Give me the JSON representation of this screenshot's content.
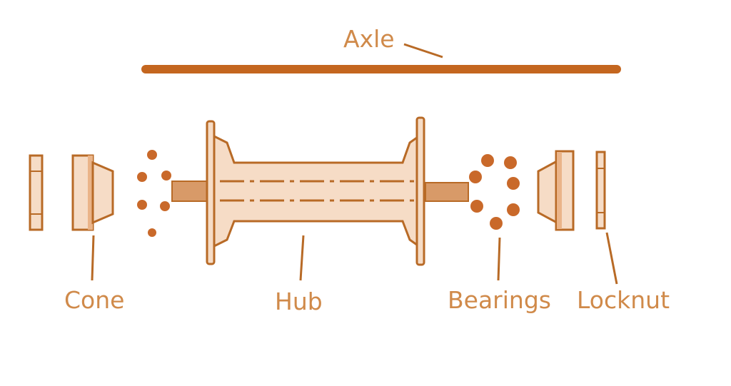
{
  "labels": {
    "axle": "Axle",
    "cone": "Cone",
    "hub": "Hub",
    "bearings": "Bearings",
    "locknut": "Locknut"
  },
  "colors": {
    "stroke": "#b86a26",
    "fill_light": "#f6dcc6",
    "fill_mid": "#eab489",
    "fill_dark": "#cf8a55",
    "bearing": "#c9692a",
    "label": "#d08a4a"
  }
}
